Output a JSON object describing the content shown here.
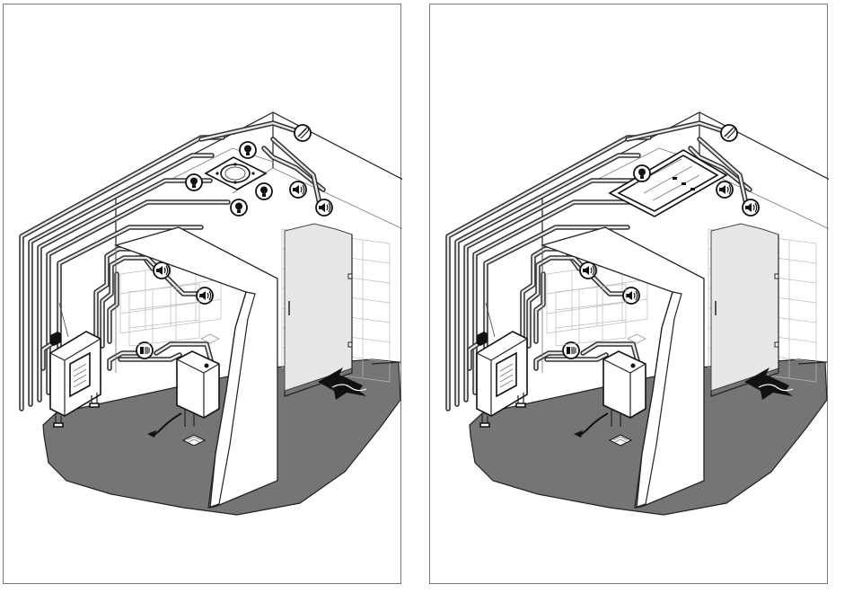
{
  "panels": [
    {
      "id": "left",
      "ceiling_unit": "round-ceiling-fitting"
    },
    {
      "id": "right",
      "ceiling_unit": "rectangular-ceiling-panel"
    }
  ],
  "icons": {
    "light": "lightbulb-icon",
    "speaker": "speaker-icon",
    "shower": "shower-head-icon",
    "sensor": "sensor-icon"
  },
  "colors": {
    "floor": "#757575",
    "cable": "#333333",
    "steam": "#e7e7e7",
    "outline": "#222222"
  }
}
